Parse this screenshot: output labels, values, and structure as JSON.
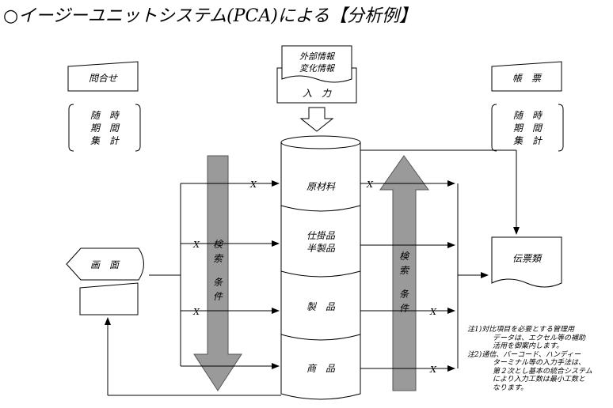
{
  "title": "○イージーユニットシステム(PCA)による【分析例】",
  "inquiry": {
    "label": "問合せ",
    "items": [
      "随　時",
      "期　間",
      "集　計"
    ]
  },
  "report": {
    "label": "帳　票",
    "items": [
      "随　時",
      "期　間",
      "集　計"
    ]
  },
  "input": {
    "source_line1": "外部情報",
    "source_line2": "変化情報",
    "label": "入　力"
  },
  "database": {
    "segments": [
      "原材料",
      "仕掛品",
      "半製品",
      "製　品",
      "商　品"
    ]
  },
  "screen": {
    "label": "画　面"
  },
  "search_left": {
    "chars": [
      "検",
      "索",
      "条",
      "件"
    ]
  },
  "search_right": {
    "chars": [
      "検",
      "索",
      "条",
      "件"
    ]
  },
  "output_doc": {
    "label": "伝票類"
  },
  "marks": {
    "cross": "X"
  },
  "notes": {
    "note1": [
      "注1)対比項目を必要とする管理用",
      "データは、エクセル等の補助",
      "活用を御案内します。"
    ],
    "note2": [
      "注2)通信、バーコード、ハンディー",
      "ターミナル等の入力手法は、",
      "第２次とし基本の統合システム",
      "により入力工数は最小工数と",
      "なります。"
    ]
  }
}
